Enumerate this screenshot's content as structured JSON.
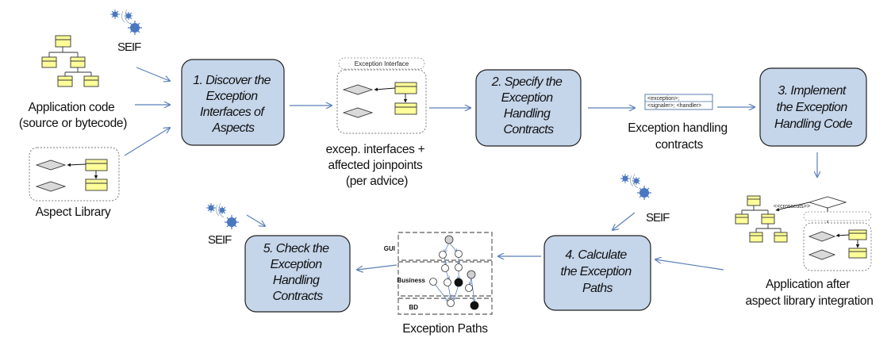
{
  "steps": {
    "s1": [
      "1. Discover the",
      "Exception",
      "Interfaces of",
      "Aspects"
    ],
    "s2": [
      "2. Specify the",
      "Exception",
      "Handling",
      "Contracts"
    ],
    "s3": [
      "3. Implement",
      "the Exception",
      "Handling Code"
    ],
    "s4": [
      "4. Calculate",
      "the Exception",
      "Paths"
    ],
    "s5": [
      "5. Check the",
      "Exception",
      "Handling",
      "Contracts"
    ]
  },
  "labels": {
    "app_code": [
      "Application code",
      "(source or bytecode)"
    ],
    "aspect_library": "Aspect Library",
    "exc_interfaces": [
      "excep. interfaces +",
      "affected joinpoints",
      "(per advice)"
    ],
    "exc_contracts": [
      "Exception handling",
      "contracts"
    ],
    "app_after": [
      "Application after",
      "aspect library integration"
    ],
    "exc_paths": "Exception Paths",
    "seif": "SEIF"
  },
  "artifacts": {
    "exception_interface_title": "Exception Interface",
    "contract_lines": [
      "<exception>;",
      "<signaler>; <handler>"
    ],
    "crosscuts": "<<crosscuts>>",
    "layers": [
      "GUI",
      "Business",
      "BD"
    ]
  },
  "colors": {
    "step_fill": "#c5d5ea",
    "class_fill": "#ffff99",
    "arrow": "#5b7fb8",
    "diamond": "#d9d9d9"
  }
}
